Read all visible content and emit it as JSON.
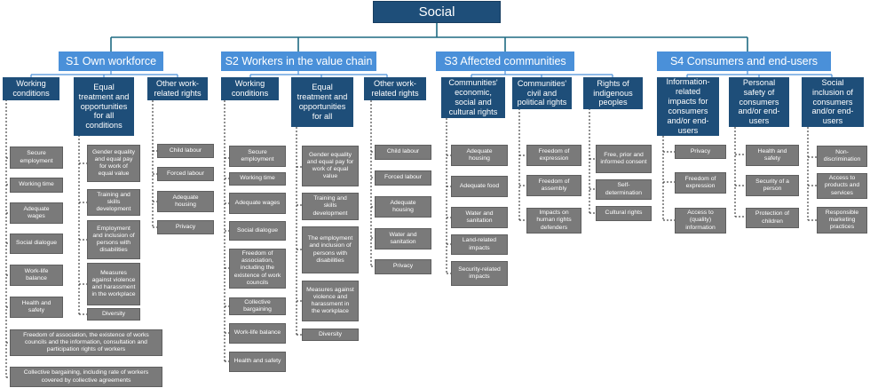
{
  "root": "Social",
  "s1": {
    "title": "S1 Own workforce",
    "working_conditions": {
      "title": "Working conditions",
      "items": [
        "Secure employment",
        "Working time",
        "Adequate wages",
        "Social dialogue",
        "Work-life balance",
        "Health and safety",
        "Freedom of association, the existence of works councils and the information, consultation and participation rights of workers",
        "Collective bargaining, including rate of workers covered by collective agreements"
      ]
    },
    "equal_treatment": {
      "title": "Equal treatment and opportunities for all conditions",
      "items": [
        "Gender equality and equal pay for work of equal value",
        "Training and skills development",
        "Employment and inclusion of persons with disabilities",
        "Measures against violence and harassment in the workplace",
        "Diversity"
      ]
    },
    "other_rights": {
      "title": "Other work-related rights",
      "items": [
        "Child labour",
        "Forced labour",
        "Adequate housing",
        "Privacy"
      ]
    }
  },
  "s2": {
    "title": "S2 Workers in the value chain",
    "working_conditions": {
      "title": "Working conditions",
      "items": [
        "Secure employment",
        "Working time",
        "Adequate wages",
        "Social dialogue",
        "Freedom of association, including the existence of work councils",
        "Collective bargaining",
        "Work-life balance",
        "Health and safety"
      ]
    },
    "equal_treatment": {
      "title": "Equal treatment and opportunities for all",
      "items": [
        "Gender equality and equal pay for work of equal value",
        "Training and skills development",
        "The employment and inclusion of persons with disabilities",
        "Measures against violence and harassment in the workplace",
        "Diversity"
      ]
    },
    "other_rights": {
      "title": "Other work-related rights",
      "items": [
        "Child labour",
        "Forced labour",
        "Adequate housing",
        "Water and sanitation",
        "Privacy"
      ]
    }
  },
  "s3": {
    "title": "S3 Affected communities",
    "economic": {
      "title": "Communities' economic, social and cultural rights",
      "items": [
        "Adequate housing",
        "Adequate food",
        "Water and sanitation",
        "Land-related impacts",
        "Security-related impacts"
      ]
    },
    "civil": {
      "title": "Communities' civil and political rights",
      "items": [
        "Freedom of expression",
        "Freedom of assembly",
        "Impacts on human rights defenders"
      ]
    },
    "indigenous": {
      "title": "Rights of indigenous peoples",
      "items": [
        "Free, prior and informed consent",
        "Self-determination",
        "Cultural rights"
      ]
    }
  },
  "s4": {
    "title": "S4 Consumers and end-users",
    "information": {
      "title": "Information-related impacts for consumers and/or end-users",
      "items": [
        "Privacy",
        "Freedom of expression",
        "Access to (quality) information"
      ]
    },
    "safety": {
      "title": "Personal safety of consumers and/or end-users",
      "items": [
        "Health and safety",
        "Security of a person",
        "Protection of children"
      ]
    },
    "inclusion": {
      "title": "Social inclusion of consumers and/or end-users",
      "items": [
        "Non-discrimination",
        "Access to products and services",
        "Responsible marketing practices"
      ]
    }
  },
  "colors": {
    "root": "#1e4e79",
    "category": "#4a90d9",
    "topic": "#1e4e79",
    "leaf": "#7a7a7a",
    "connector": "#1e6a82"
  }
}
